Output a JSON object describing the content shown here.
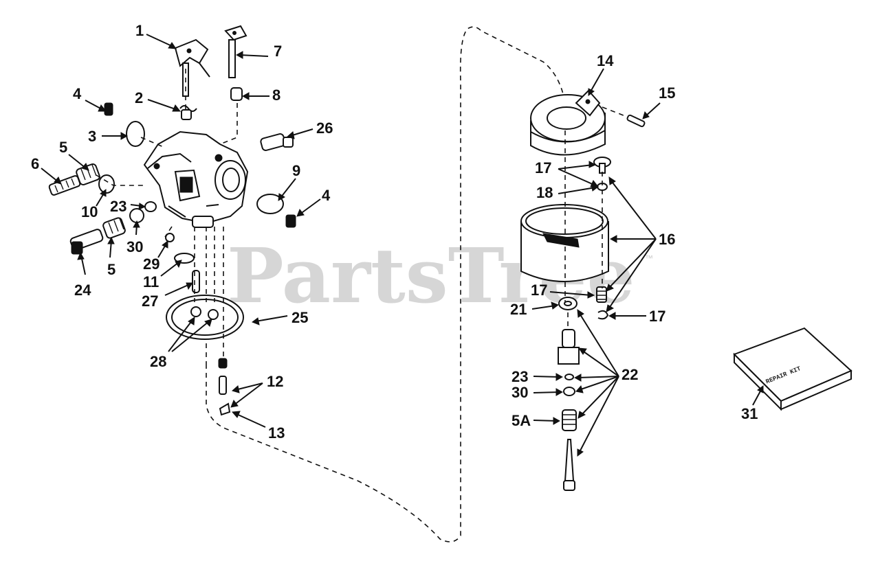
{
  "watermark": {
    "text": "PartsTree",
    "trademark": "™"
  },
  "kit_label": "REPAIR KIT",
  "callouts": {
    "c1": "1",
    "c2": "2",
    "c3": "3",
    "c4a": "4",
    "c4b": "4",
    "c5a": "5",
    "c5b": "5",
    "c6": "6",
    "c7": "7",
    "c8": "8",
    "c9": "9",
    "c10": "10",
    "c11": "11",
    "c12": "12",
    "c13": "13",
    "c14": "14",
    "c15": "15",
    "c16": "16",
    "c17a": "17",
    "c17b": "17",
    "c17c": "17",
    "c18": "18",
    "c21": "21",
    "c22": "22",
    "c23a": "23",
    "c23b": "23",
    "c24": "24",
    "c25": "25",
    "c26": "26",
    "c27": "27",
    "c28": "28",
    "c29": "29",
    "c30a": "30",
    "c30b": "30",
    "c31": "31",
    "c5A": "5A"
  }
}
